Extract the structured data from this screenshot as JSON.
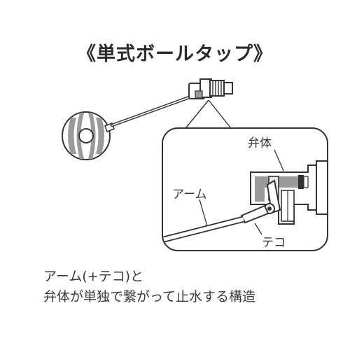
{
  "title": "《単式ボールタップ》",
  "labels": {
    "valve_body": "弁体",
    "arm": "アーム",
    "lever": "テコ"
  },
  "caption": {
    "line1": "アーム(+テコ)と",
    "line2": "弁体が単独で繋がって止水する構造"
  },
  "colors": {
    "line": "#333333",
    "fill_gray": "#9a9a9a",
    "fill_light": "#e6e6e6"
  }
}
